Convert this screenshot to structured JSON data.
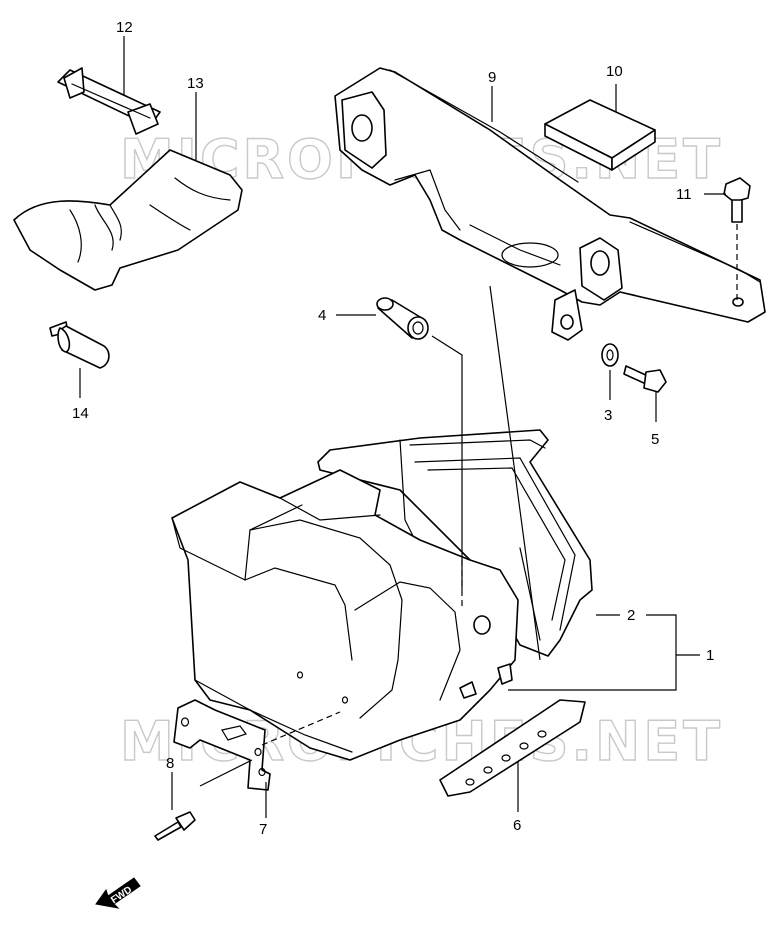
{
  "watermark": "MICROFICHES.NET",
  "fwd_label": "FWD",
  "callouts": {
    "p1": "1",
    "p2": "2",
    "p3": "3",
    "p4": "4",
    "p5": "5",
    "p6": "6",
    "p7": "7",
    "p8": "8",
    "p9": "9",
    "p10": "10",
    "p11": "11",
    "p12": "12",
    "p13": "13",
    "p14": "14"
  },
  "colors": {
    "line": "#000000",
    "watermark": "#c9c9c9",
    "background": "#ffffff"
  }
}
